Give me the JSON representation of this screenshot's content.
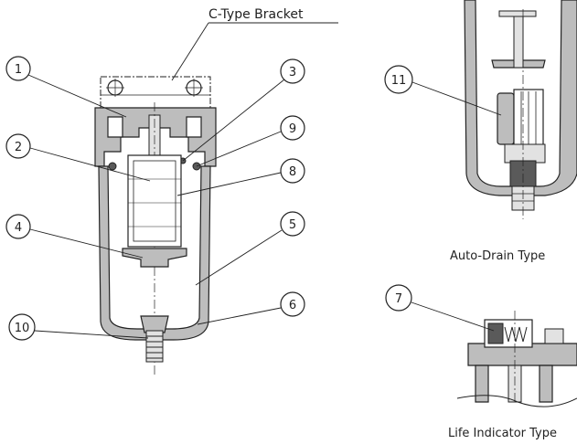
{
  "bracket_label": "C-Type Bracket",
  "auto_drain_label": "Auto-Drain Type",
  "life_indicator_label": "Life Indicator Type",
  "callouts": {
    "c1": "1",
    "c2": "2",
    "c3": "3",
    "c4": "4",
    "c5": "5",
    "c6": "6",
    "c7": "7",
    "c8": "8",
    "c9": "9",
    "c10": "10",
    "c11": "11"
  }
}
